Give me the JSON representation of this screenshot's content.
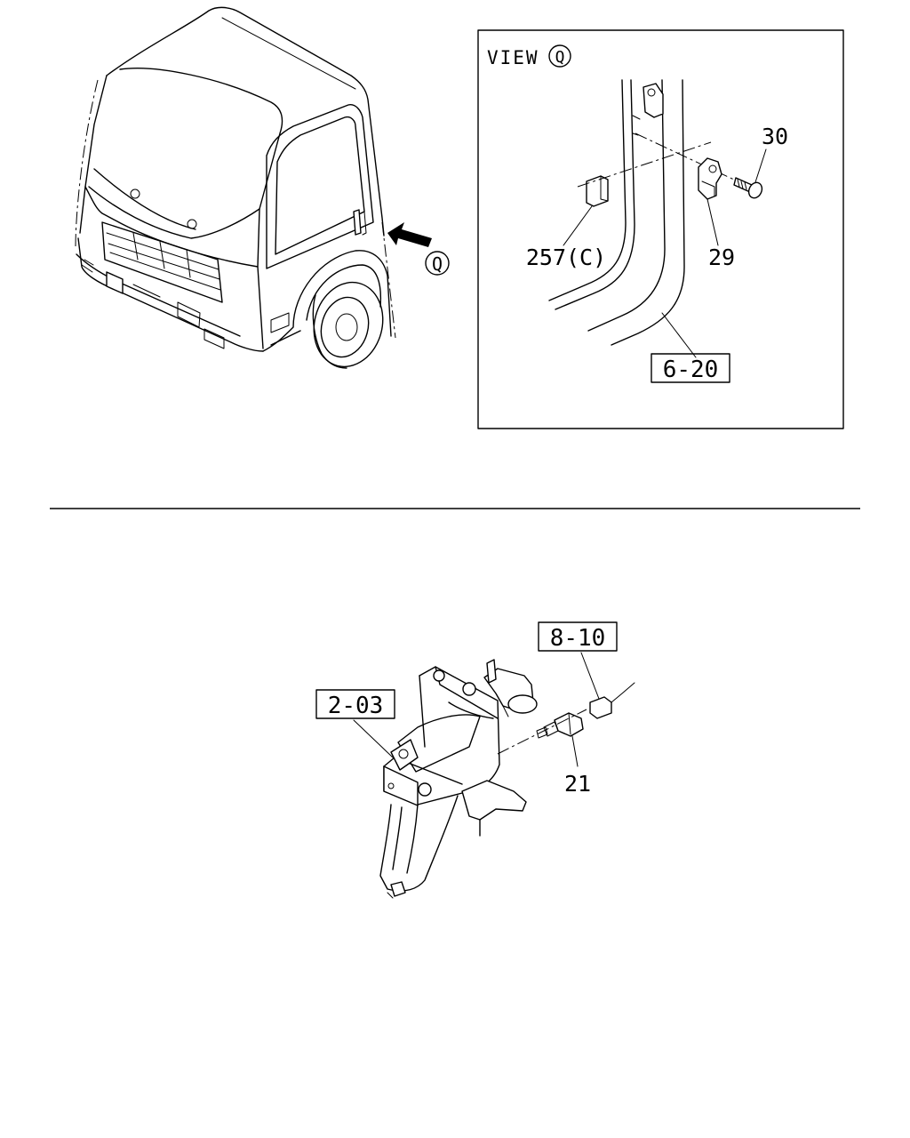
{
  "view_box": {
    "title": "VIEW",
    "view_marker": "Q",
    "labels": {
      "bolt": "30",
      "bracket": "29",
      "pad": "257(C)",
      "door_ref": "6-20"
    }
  },
  "truck": {
    "direction_marker": "Q"
  },
  "pedal_assembly": {
    "labels": {
      "switch": "21",
      "pedal_ref": "2-03",
      "harness_ref": "8-10"
    }
  }
}
